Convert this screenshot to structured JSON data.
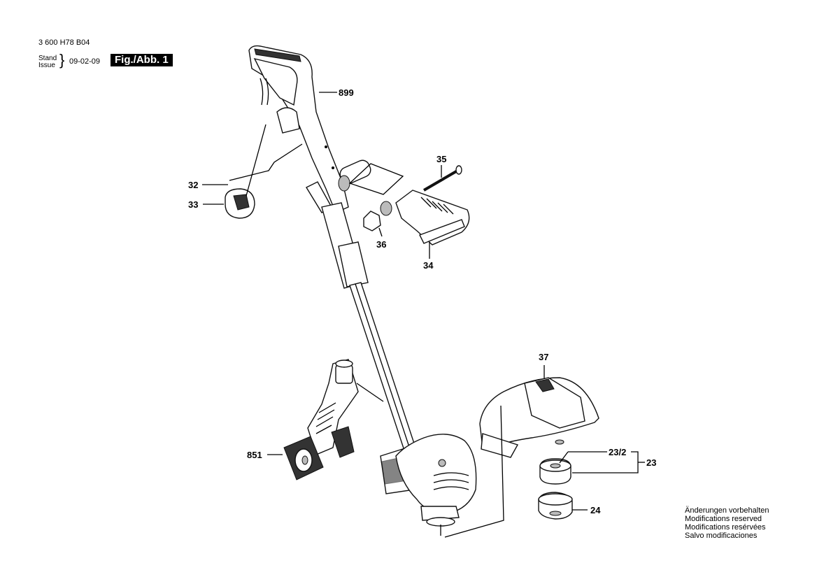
{
  "header": {
    "doc_number": "3 600 H78 B04",
    "stand": "Stand",
    "issue": "Issue",
    "date": "09-02-09",
    "figure": "Fig./Abb. 1"
  },
  "notice": [
    "Änderungen vorbehalten",
    "Modifications reserved",
    "Modifications resérvées",
    "Salvo modificaciones"
  ],
  "callouts": {
    "handle": "899",
    "p35": "35",
    "p32": "32",
    "p33": "33",
    "p36": "36",
    "p34": "34",
    "p37": "37",
    "p851": "851",
    "p23_2": "23/2",
    "p23": "23",
    "p24": "24"
  }
}
